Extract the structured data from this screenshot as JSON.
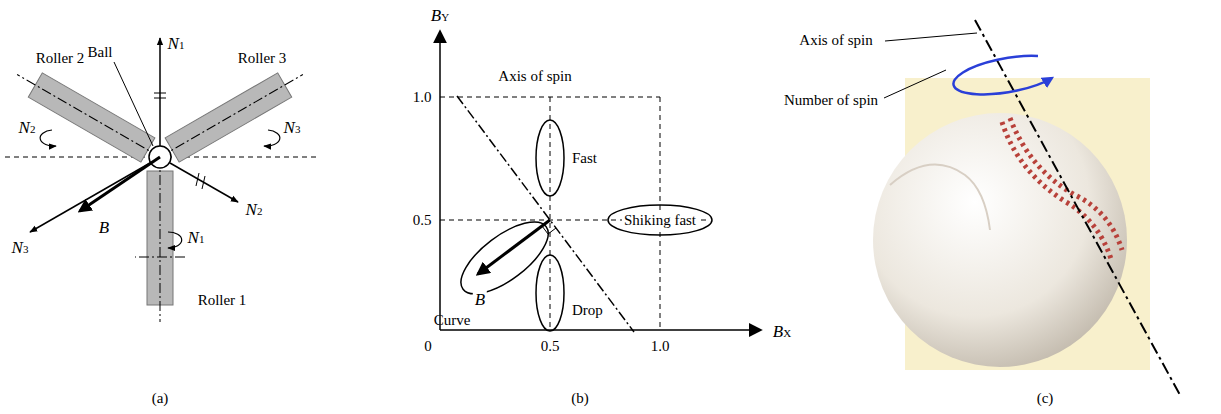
{
  "diagram": {
    "nodes": [
      {
        "text": [
          "Fast"
        ]
      },
      {
        "text": [
          "Shiking fast"
        ]
      },
      {
        "text": [
          "Curve"
        ]
      },
      {
        "text": [
          "Drop"
        ]
      }
    ],
    "labels": [
      "Ball",
      "Roller 2",
      "Roller 3",
      "N1",
      "N2",
      "N3",
      "N3",
      "B",
      "N2",
      "N1",
      "Roller 1",
      "(a)",
      "BY",
      "1.0",
      "0.5",
      "Axis of spin",
      "B",
      "0",
      "0.5",
      "1.0",
      "BX",
      "(b)",
      "Axis of spin",
      "Number of spin",
      "(c)"
    ]
  }
}
